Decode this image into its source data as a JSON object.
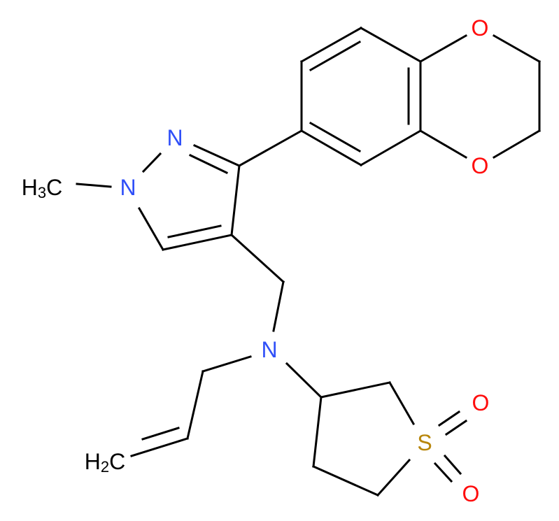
{
  "molecule": {
    "atoms": {
      "n_pyrazole_2": "N",
      "n_pyrazole_1": "N",
      "methyl": {
        "main": "H",
        "sub": "3",
        "tail": "C"
      },
      "n_amine": "N",
      "vinyl_ch2": {
        "main": "H",
        "sub": "2",
        "tail": "C"
      },
      "sulfur": "S",
      "o_sulfone_top": "O",
      "o_sulfone_bottom": "O",
      "o_dioxane_top": "O",
      "o_dioxane_bottom": "O"
    },
    "colors": {
      "bond": "#000000",
      "nitrogen": "#3050F8",
      "oxygen": "#FF0D0D",
      "sulfur": "#B8860B",
      "carbon": "#000000"
    }
  }
}
